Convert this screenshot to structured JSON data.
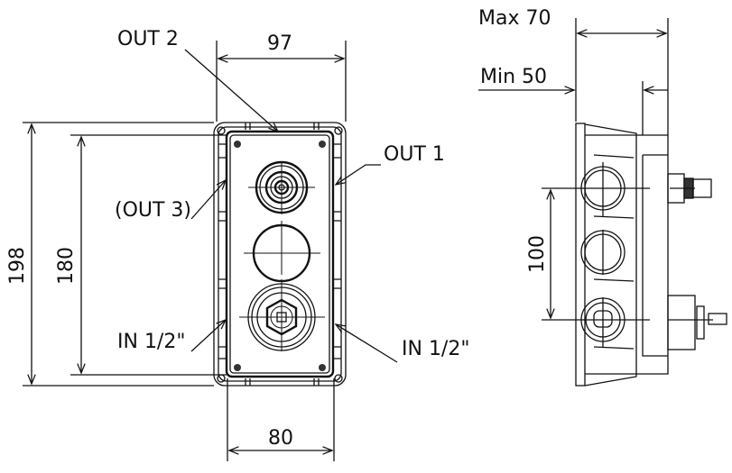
{
  "labels": {
    "out2": "OUT 2",
    "out1": "OUT 1",
    "out3": "(OUT 3)",
    "in_left": "IN 1/2\"",
    "in_right": "IN 1/2\""
  },
  "dimensions": {
    "width_outer": "97",
    "width_inner": "80",
    "height_outer": "198",
    "height_inner": "180",
    "depth_max": "Max 70",
    "depth_min": "Min 50",
    "spacing": "100"
  }
}
